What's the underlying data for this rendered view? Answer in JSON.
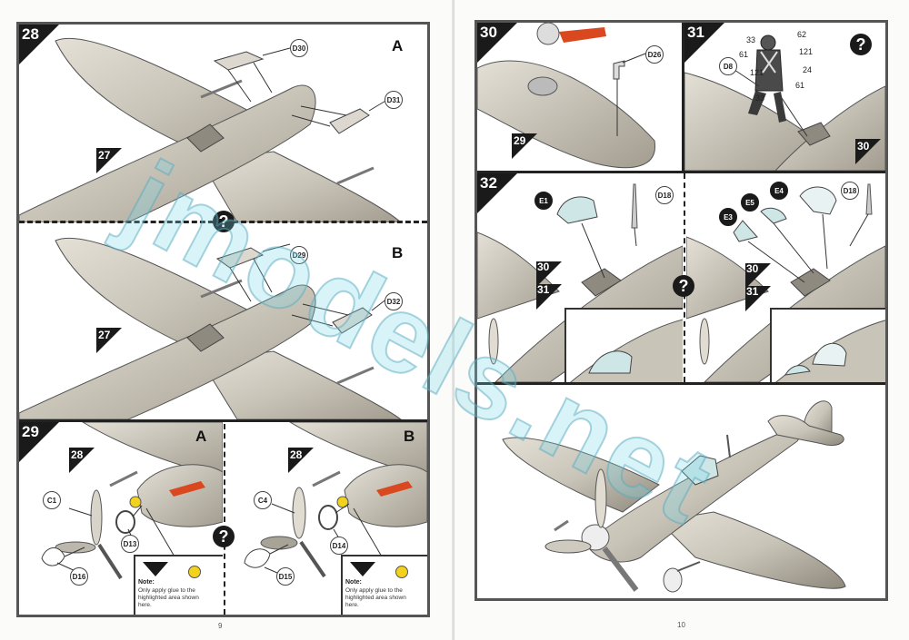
{
  "pages": [
    {
      "number": "9"
    },
    {
      "number": "10"
    }
  ],
  "steps": {
    "s28": {
      "number": "28",
      "variant_a": {
        "label": "A",
        "ref": "27",
        "parts": [
          "D30",
          "D31"
        ]
      },
      "variant_b": {
        "label": "B",
        "ref": "27",
        "parts": [
          "D29",
          "D32"
        ]
      }
    },
    "s29": {
      "number": "29",
      "variant_a": {
        "label": "A",
        "ref": "28",
        "parts": [
          "C1",
          "D13",
          "D16"
        ]
      },
      "variant_b": {
        "label": "B",
        "ref": "28",
        "parts": [
          "C4",
          "D14",
          "D15"
        ]
      },
      "note": {
        "title": "Note:",
        "text": "Only apply glue to the highlighted area shown here."
      }
    },
    "s30": {
      "number": "30",
      "ref": "29",
      "parts": [
        "D26"
      ]
    },
    "s31": {
      "number": "31",
      "ref": "30",
      "parts": [
        "D8"
      ],
      "paint_codes": [
        "33",
        "62",
        "61",
        "121",
        "121",
        "24",
        "61",
        "33"
      ]
    },
    "s32": {
      "number": "32",
      "variant_a": {
        "refs": [
          "30",
          "31"
        ],
        "parts": [
          "E1",
          "D18"
        ]
      },
      "variant_b": {
        "refs": [
          "30",
          "31"
        ],
        "parts": [
          "E3",
          "E5",
          "E4",
          "D18"
        ]
      }
    }
  },
  "help_symbol": "?",
  "watermark": "jmodels.net",
  "colors": {
    "frame": "#555555",
    "aircraft": "#c9c4b8",
    "aircraft_shadow": "#9d978a",
    "highlight_glue": "#f2d21c",
    "exhaust_red": "#d9481f",
    "clear_parts": "#cfe6e6"
  }
}
